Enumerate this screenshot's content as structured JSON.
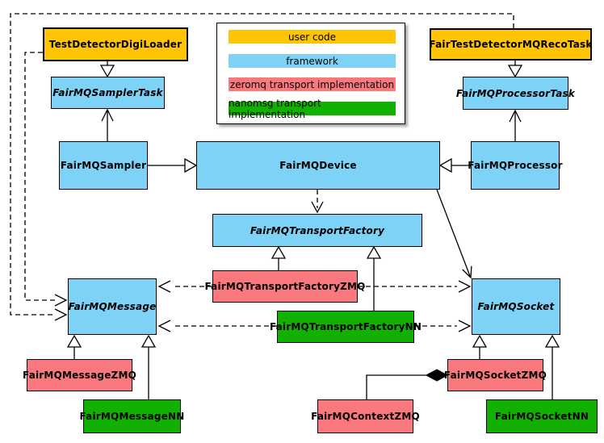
{
  "diagram": {
    "subject": "FairMQ class diagram",
    "legend": {
      "items": [
        {
          "label": "user code",
          "color": "#ffc404",
          "category": "user"
        },
        {
          "label": "framework",
          "color": "#7ed2f6",
          "category": "framework"
        },
        {
          "label": "zeromq transport implementation",
          "color": "#f9787e",
          "category": "zeromq"
        },
        {
          "label": "nanomsg transport implementation",
          "color": "#12b000",
          "category": "nanomsg"
        }
      ]
    },
    "nodes": {
      "test_detector_digi_loader": {
        "label": "TestDetectorDigiLoader",
        "category": "user",
        "abstract": false
      },
      "fairmq_sampler_task": {
        "label": "FairMQSamplerTask",
        "category": "framework",
        "abstract": true
      },
      "fairmq_sampler": {
        "label": "FairMQSampler",
        "category": "framework",
        "abstract": false
      },
      "fair_test_detector_mq_reco_task": {
        "label": "FairTestDetectorMQRecoTask",
        "category": "user",
        "abstract": false
      },
      "fairmq_processor_task": {
        "label": "FairMQProcessorTask",
        "category": "framework",
        "abstract": true
      },
      "fairmq_processor": {
        "label": "FairMQProcessor",
        "category": "framework",
        "abstract": false
      },
      "fairmq_device": {
        "label": "FairMQDevice",
        "category": "framework",
        "abstract": false
      },
      "fairmq_transport_factory": {
        "label": "FairMQTransportFactory",
        "category": "framework",
        "abstract": true
      },
      "fairmq_transport_factory_zmq": {
        "label": "FairMQTransportFactoryZMQ",
        "category": "zeromq",
        "abstract": false
      },
      "fairmq_transport_factory_nn": {
        "label": "FairMQTransportFactoryNN",
        "category": "nanomsg",
        "abstract": false
      },
      "fairmq_message": {
        "label": "FairMQMessage",
        "category": "framework",
        "abstract": true
      },
      "fairmq_socket": {
        "label": "FairMQSocket",
        "category": "framework",
        "abstract": true
      },
      "fairmq_message_zmq": {
        "label": "FairMQMessageZMQ",
        "category": "zeromq",
        "abstract": false
      },
      "fairmq_message_nn": {
        "label": "FairMQMessageNN",
        "category": "nanomsg",
        "abstract": false
      },
      "fairmq_context_zmq": {
        "label": "FairMQContextZMQ",
        "category": "zeromq",
        "abstract": false
      },
      "fairmq_socket_zmq": {
        "label": "FairMQSocketZMQ",
        "category": "zeromq",
        "abstract": false
      },
      "fairmq_socket_nn": {
        "label": "FairMQSocketNN",
        "category": "nanomsg",
        "abstract": false
      }
    },
    "relationships": [
      {
        "from": "TestDetectorDigiLoader",
        "to": "FairMQSamplerTask",
        "type": "inheritance",
        "line": "solid"
      },
      {
        "from": "FairMQSampler",
        "to": "FairMQSamplerTask",
        "type": "association",
        "line": "solid"
      },
      {
        "from": "FairMQSampler",
        "to": "FairMQDevice",
        "type": "inheritance",
        "line": "solid"
      },
      {
        "from": "FairTestDetectorMQRecoTask",
        "to": "FairMQProcessorTask",
        "type": "inheritance",
        "line": "solid"
      },
      {
        "from": "FairMQProcessor",
        "to": "FairMQProcessorTask",
        "type": "association",
        "line": "solid"
      },
      {
        "from": "FairMQProcessor",
        "to": "FairMQDevice",
        "type": "inheritance",
        "line": "solid"
      },
      {
        "from": "FairMQDevice",
        "to": "FairMQTransportFactory",
        "type": "dependency",
        "line": "dashed"
      },
      {
        "from": "FairMQDevice",
        "to": "FairMQSocket",
        "type": "association",
        "line": "solid"
      },
      {
        "from": "FairMQTransportFactoryZMQ",
        "to": "FairMQTransportFactory",
        "type": "inheritance",
        "line": "solid"
      },
      {
        "from": "FairMQTransportFactoryNN",
        "to": "FairMQTransportFactory",
        "type": "inheritance",
        "line": "solid"
      },
      {
        "from": "FairMQTransportFactoryZMQ",
        "to": "FairMQMessage",
        "type": "dependency",
        "line": "dashed"
      },
      {
        "from": "FairMQTransportFactoryZMQ",
        "to": "FairMQSocket",
        "type": "dependency",
        "line": "dashed"
      },
      {
        "from": "FairMQTransportFactoryNN",
        "to": "FairMQMessage",
        "type": "dependency",
        "line": "dashed"
      },
      {
        "from": "FairMQTransportFactoryNN",
        "to": "FairMQSocket",
        "type": "dependency",
        "line": "dashed"
      },
      {
        "from": "TestDetectorDigiLoader",
        "to": "FairMQMessage",
        "type": "dependency",
        "line": "dashed"
      },
      {
        "from": "FairTestDetectorMQRecoTask",
        "to": "FairMQMessage",
        "type": "dependency",
        "line": "dashed"
      },
      {
        "from": "FairMQMessageZMQ",
        "to": "FairMQMessage",
        "type": "inheritance",
        "line": "solid"
      },
      {
        "from": "FairMQMessageNN",
        "to": "FairMQMessage",
        "type": "inheritance",
        "line": "solid"
      },
      {
        "from": "FairMQSocketZMQ",
        "to": "FairMQSocket",
        "type": "inheritance",
        "line": "solid"
      },
      {
        "from": "FairMQSocketNN",
        "to": "FairMQSocket",
        "type": "inheritance",
        "line": "solid"
      },
      {
        "from": "FairMQContextZMQ",
        "to": "FairMQSocketZMQ",
        "type": "composition",
        "line": "solid"
      }
    ]
  }
}
